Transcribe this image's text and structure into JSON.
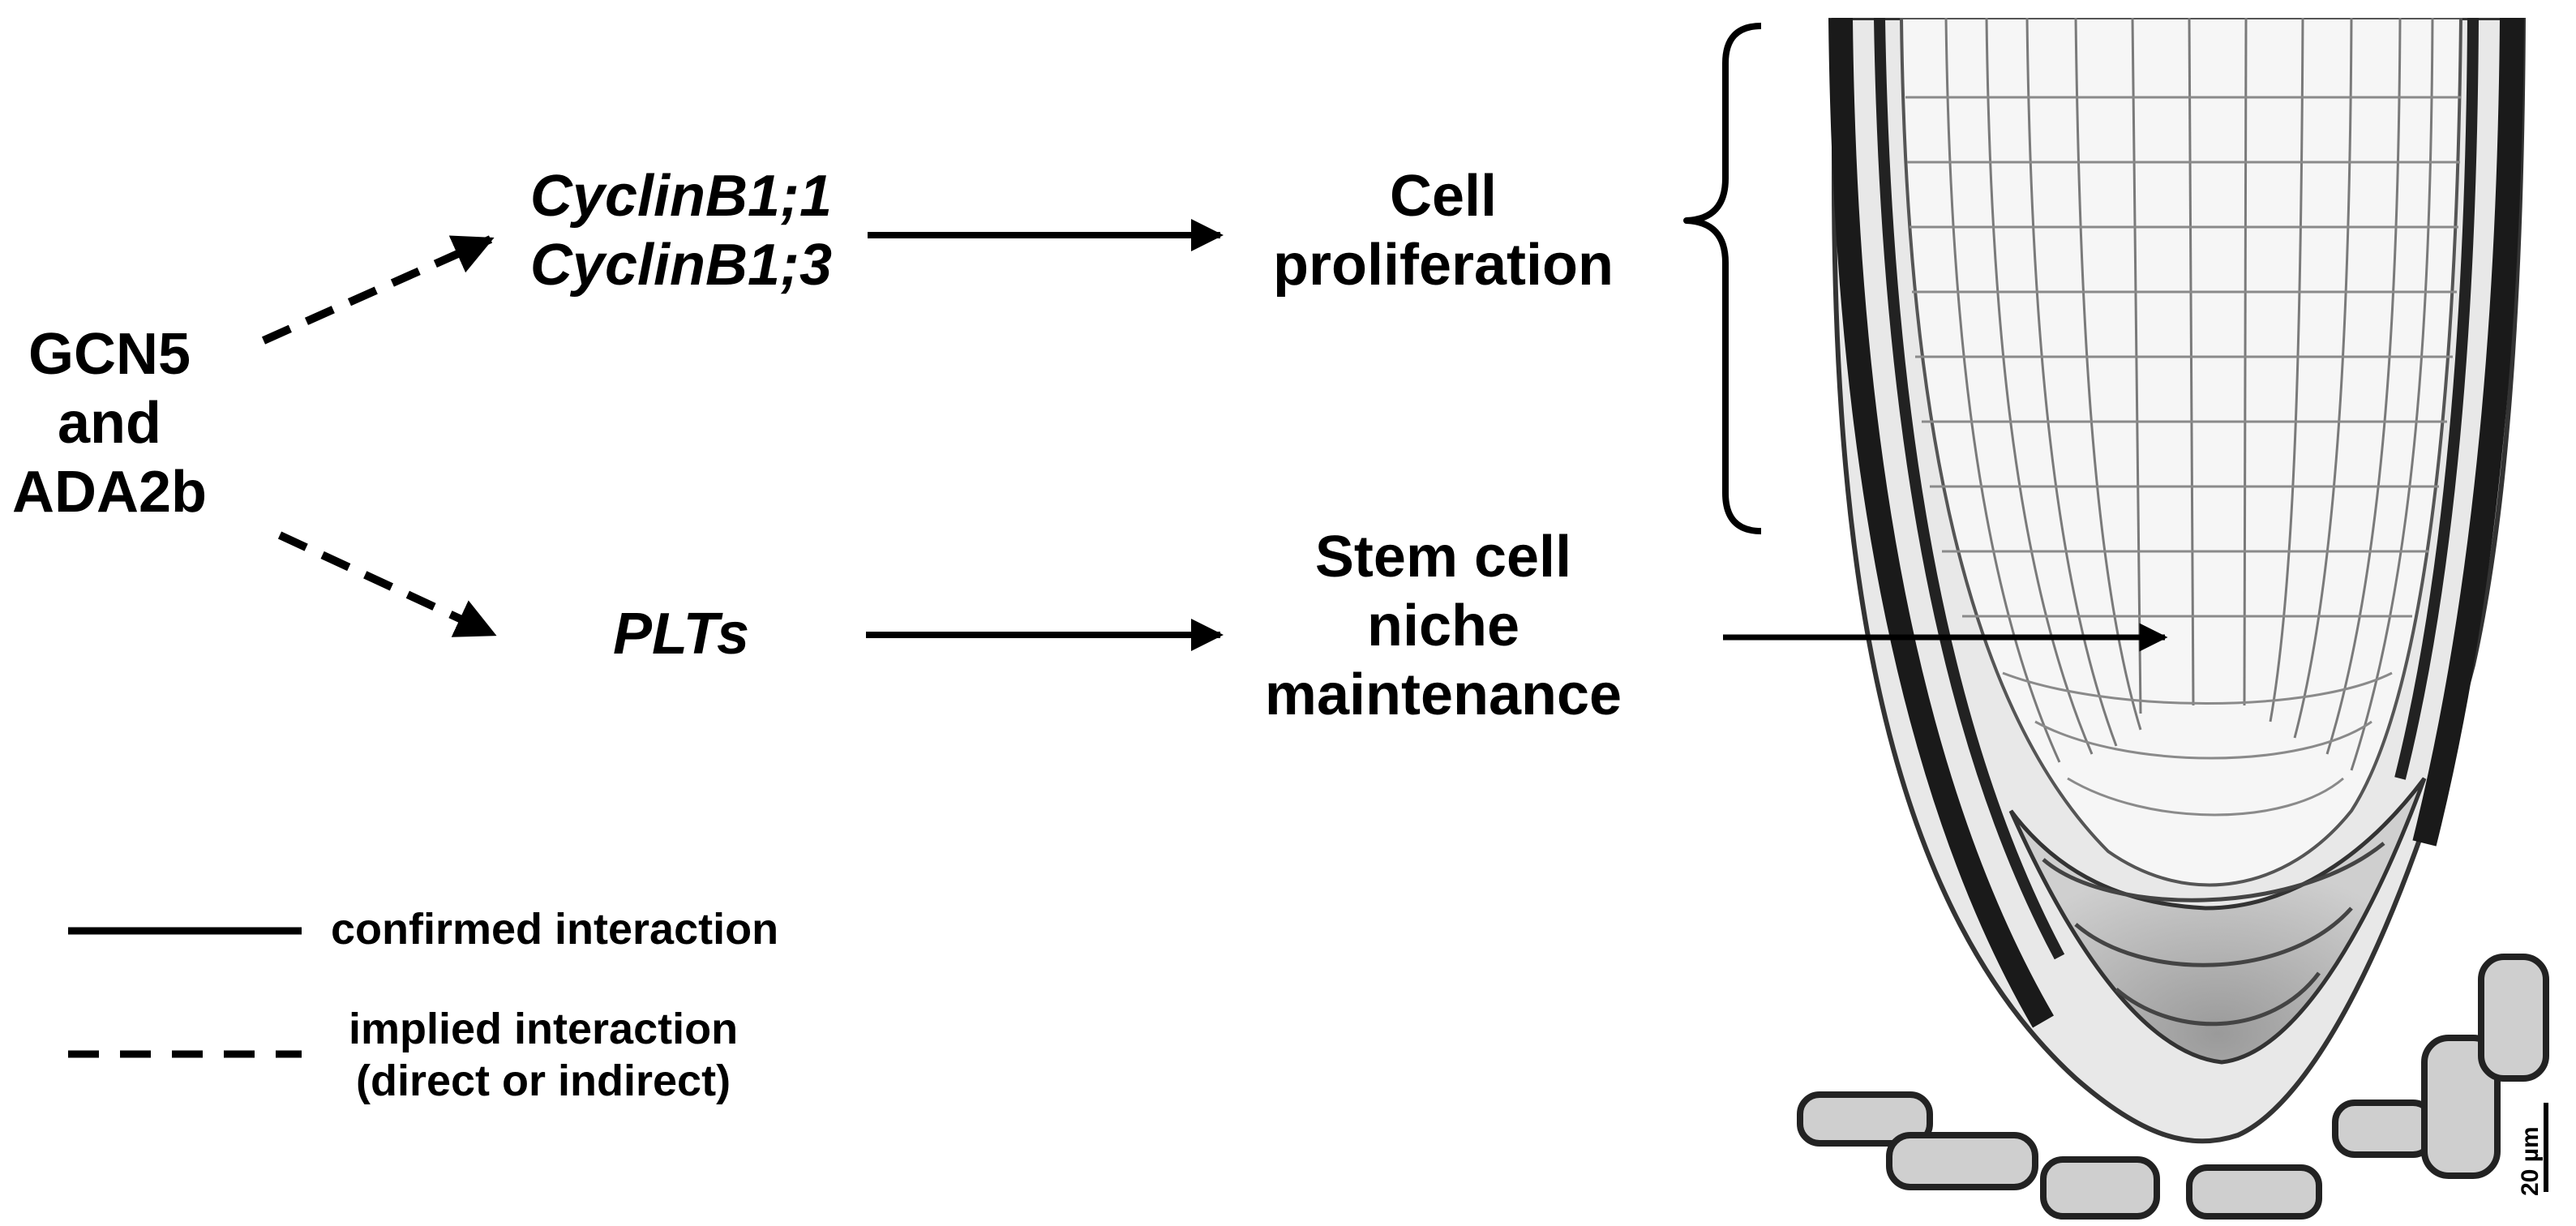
{
  "nodes": {
    "regulator": [
      "GCN5",
      "and",
      "ADA2b"
    ],
    "cyclins": [
      "CyclinB1;1",
      "CyclinB1;3"
    ],
    "plts": "PLTs",
    "cell_proliferation": [
      "Cell",
      "proliferation"
    ],
    "stem_cell_niche": [
      "Stem cell",
      "niche",
      "maintenance"
    ]
  },
  "edges": [
    {
      "from": "regulator",
      "to": "cyclins",
      "style": "dashed"
    },
    {
      "from": "regulator",
      "to": "plts",
      "style": "dashed"
    },
    {
      "from": "cyclins",
      "to": "cell_proliferation",
      "style": "solid"
    },
    {
      "from": "plts",
      "to": "stem_cell_niche",
      "style": "solid"
    },
    {
      "from": "stem_cell_niche",
      "to": "micrograph_quiescent_center",
      "style": "solid"
    }
  ],
  "legend": {
    "solid": "confirmed interaction",
    "dashed_line1": "implied interaction",
    "dashed_line2": "(direct or indirect)"
  },
  "micrograph": {
    "scale_bar": "20 µm"
  },
  "colors": {
    "ink": "#000000",
    "background": "#ffffff"
  }
}
